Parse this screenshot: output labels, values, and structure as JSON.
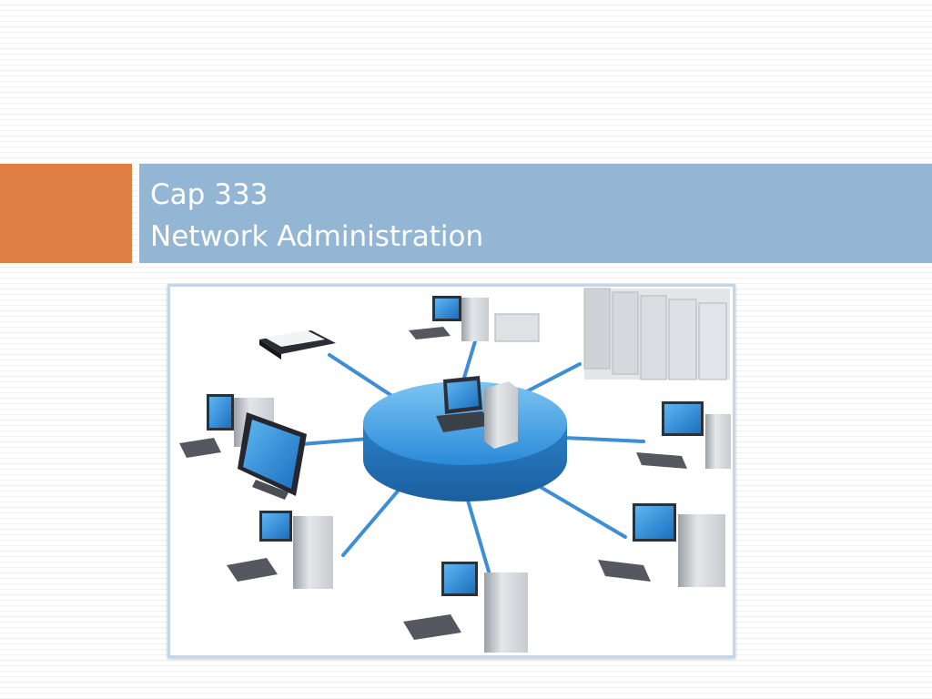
{
  "slide": {
    "title_line1": "Cap 333",
    "title_line2": "Network Administration"
  },
  "colors": {
    "accent": "#df7f44",
    "title_band": "#93b6d4",
    "hub": "#2f8fd6",
    "cable": "#3d8ed3",
    "screen": "#1f8fe0"
  },
  "illustration": {
    "hub_device": "laptop-with-tower",
    "devices": [
      "scanner-icon",
      "desktop-icon",
      "server-rack-icon",
      "desktop-icon",
      "desktop-icon",
      "desktop-icon",
      "desktop-icon",
      "desktop-icon",
      "monitor-icon"
    ]
  }
}
